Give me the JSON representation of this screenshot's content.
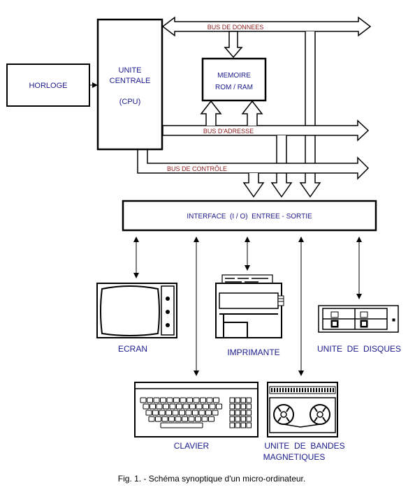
{
  "blocks": {
    "clock": "HORLOGE",
    "cpu_line1": "UNITE",
    "cpu_line2": "CENTRALE",
    "cpu_line3": "(CPU)",
    "memory_line1": "MEMOIRE",
    "memory_line2": "ROM / RAM",
    "interface": "INTERFACE  (I / O)  ENTREE - SORTIE"
  },
  "buses": {
    "data": "BUS  DE  DONNEES",
    "address": "BUS  D'ADRESSE",
    "control": "BUS  DE  CONTRÔLE"
  },
  "peripherals": {
    "screen": "ECRAN",
    "printer": "IMPRIMANTE",
    "disks": "UNITE  DE  DISQUES",
    "keyboard": "CLAVIER",
    "tapes_line1": "UNITE  DE  BANDES",
    "tapes_line2": "MAGNETIQUES"
  },
  "caption": "Fig. 1. - Schéma synoptique d'un micro-ordinateur.",
  "colors": {
    "block_text": "#1a1a8c",
    "bus_text": "#8b1a1a",
    "line": "#000000"
  }
}
